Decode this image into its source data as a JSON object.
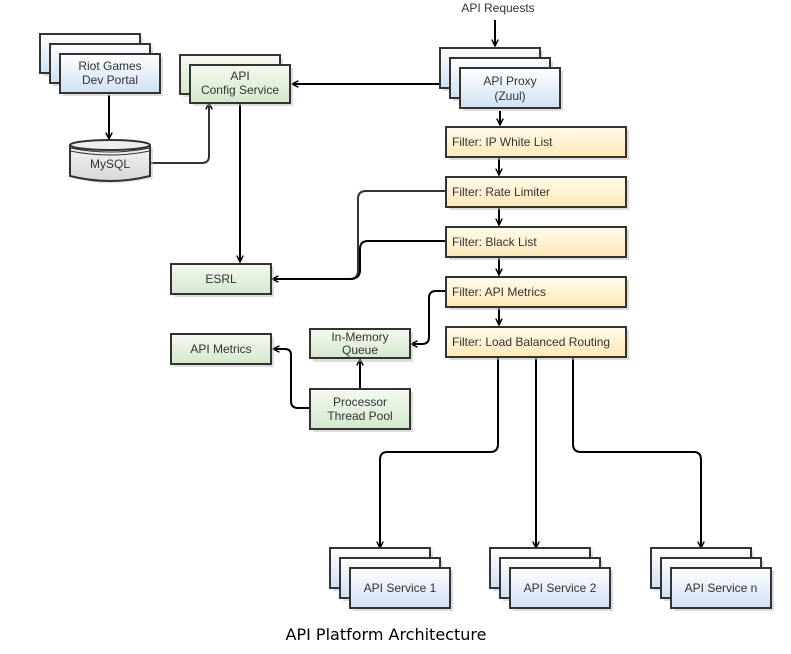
{
  "diagram": {
    "title": "API Platform Architecture",
    "colors": {
      "blue_fill_top": "#ffffff",
      "blue_fill_bottom": "#cfe0f2",
      "green_fill_top": "#f4f9f0",
      "green_fill_bottom": "#d4e8cc",
      "yellow_fill_top": "#fffbea",
      "yellow_fill_bottom": "#fde9b8",
      "db_fill": "#e6e6e6",
      "stroke": "#333333",
      "edge": "#000000"
    },
    "external_input": "API Requests",
    "nodes": {
      "dev_portal": {
        "line1": "Riot Games",
        "line2": "Dev Portal"
      },
      "mysql": {
        "label": "MySQL"
      },
      "config_service": {
        "line1": "API",
        "line2": "Config Service"
      },
      "api_proxy": {
        "line1": "API Proxy",
        "line2": "(Zuul)"
      },
      "filter_ip": {
        "label": "Filter: IP White List"
      },
      "filter_rate": {
        "label": "Filter: Rate Limiter"
      },
      "filter_black": {
        "label": "Filter: Black List"
      },
      "filter_metrics": {
        "label": "Filter: API Metrics"
      },
      "filter_routing": {
        "label": "Filter: Load Balanced Routing"
      },
      "esrl": {
        "label": "ESRL"
      },
      "api_metrics": {
        "label": "API Metrics"
      },
      "queue": {
        "line1": "In-Memory",
        "line2": "Queue"
      },
      "thread_pool": {
        "line1": "Processor",
        "line2": "Thread Pool"
      },
      "service_1": {
        "label": "API Service 1"
      },
      "service_2": {
        "label": "API Service 2"
      },
      "service_n": {
        "label": "API Service n"
      }
    },
    "edges": [
      {
        "from": "API Requests",
        "to": "API Proxy (Zuul)"
      },
      {
        "from": "Riot Games Dev Portal",
        "to": "MySQL"
      },
      {
        "from": "MySQL",
        "to": "API Config Service"
      },
      {
        "from": "API Proxy (Zuul)",
        "to": "API Config Service"
      },
      {
        "from": "API Config Service",
        "to": "ESRL"
      },
      {
        "from": "API Proxy (Zuul)",
        "to": "Filter: IP White List"
      },
      {
        "from": "Filter: IP White List",
        "to": "Filter: Rate Limiter"
      },
      {
        "from": "Filter: Rate Limiter",
        "to": "Filter: Black List"
      },
      {
        "from": "Filter: Rate Limiter",
        "to": "ESRL"
      },
      {
        "from": "Filter: Black List",
        "to": "ESRL"
      },
      {
        "from": "Filter: Black List",
        "to": "Filter: API Metrics"
      },
      {
        "from": "Filter: API Metrics",
        "to": "Filter: Load Balanced Routing"
      },
      {
        "from": "Filter: API Metrics",
        "to": "In-Memory Queue"
      },
      {
        "from": "Processor Thread Pool",
        "to": "In-Memory Queue"
      },
      {
        "from": "Processor Thread Pool",
        "to": "API Metrics"
      },
      {
        "from": "Filter: Load Balanced Routing",
        "to": "API Service 1"
      },
      {
        "from": "Filter: Load Balanced Routing",
        "to": "API Service 2"
      },
      {
        "from": "Filter: Load Balanced Routing",
        "to": "API Service n"
      }
    ]
  }
}
